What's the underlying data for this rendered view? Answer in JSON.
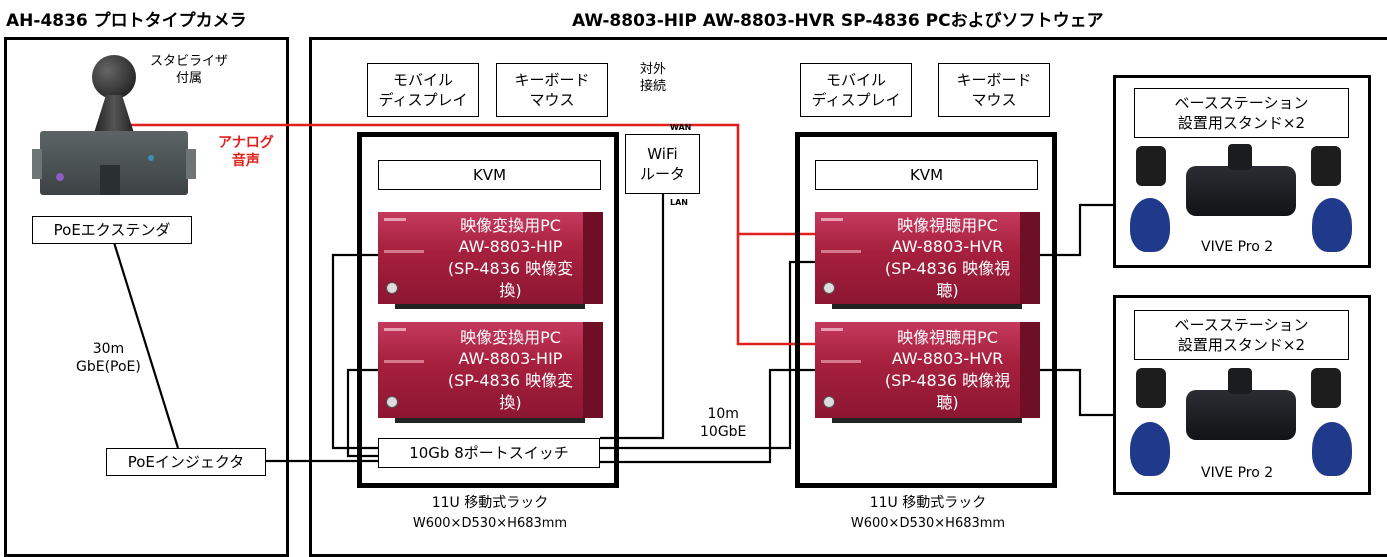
{
  "titles": {
    "left": "AH-4836 プロトタイプカメラ",
    "right": "AW-8803-HIP AW-8803-HVR SP-4836 PCおよびソフトウェア"
  },
  "camera": {
    "stabilizer_label": "スタビライザ\n付属",
    "analog_audio": "アナログ\n音声"
  },
  "poe": {
    "extender": "PoEエクステンダ",
    "injector": "PoEインジェクタ",
    "cable": "30m\nGbE(PoE)"
  },
  "peripherals": {
    "mobile_display": "モバイル\nディスプレイ",
    "keyboard_mouse": "キーボード\nマウス",
    "external": "対外\n接続",
    "wifi_router": "WiFi\nルータ",
    "wan": "WAN",
    "lan": "LAN"
  },
  "rack_left": {
    "kvm": "KVM",
    "pcs": [
      {
        "line1": "映像変換用PC",
        "line2": "AW-8803-HIP",
        "line3": "(SP-4836 映像変換)"
      },
      {
        "line1": "映像変換用PC",
        "line2": "AW-8803-HIP",
        "line3": "(SP-4836 映像変換)"
      }
    ],
    "switch": "10Gb 8ポートスイッチ",
    "caption": "11U 移動式ラック",
    "dims": "W600×D530×H683mm"
  },
  "rack_right": {
    "kvm": "KVM",
    "pcs": [
      {
        "line1": "映像視聴用PC",
        "line2": "AW-8803-HVR",
        "line3": "(SP-4836 映像視聴)"
      },
      {
        "line1": "映像視聴用PC",
        "line2": "AW-8803-HVR",
        "line3": "(SP-4836 映像視聴)"
      }
    ],
    "caption": "11U 移動式ラック",
    "dims": "W600×D530×H683mm"
  },
  "network_cable": "10m\n10GbE",
  "vr_sets": [
    {
      "stand": "ベースステーション\n設置用スタンド×2",
      "headset": "VIVE Pro 2"
    },
    {
      "stand": "ベースステーション\n設置用スタンド×2",
      "headset": "VIVE Pro 2"
    }
  ],
  "colors": {
    "pc_body": "#a8213f",
    "audio_line": "#e0201c",
    "vive_controller": "#1f3a8a"
  }
}
